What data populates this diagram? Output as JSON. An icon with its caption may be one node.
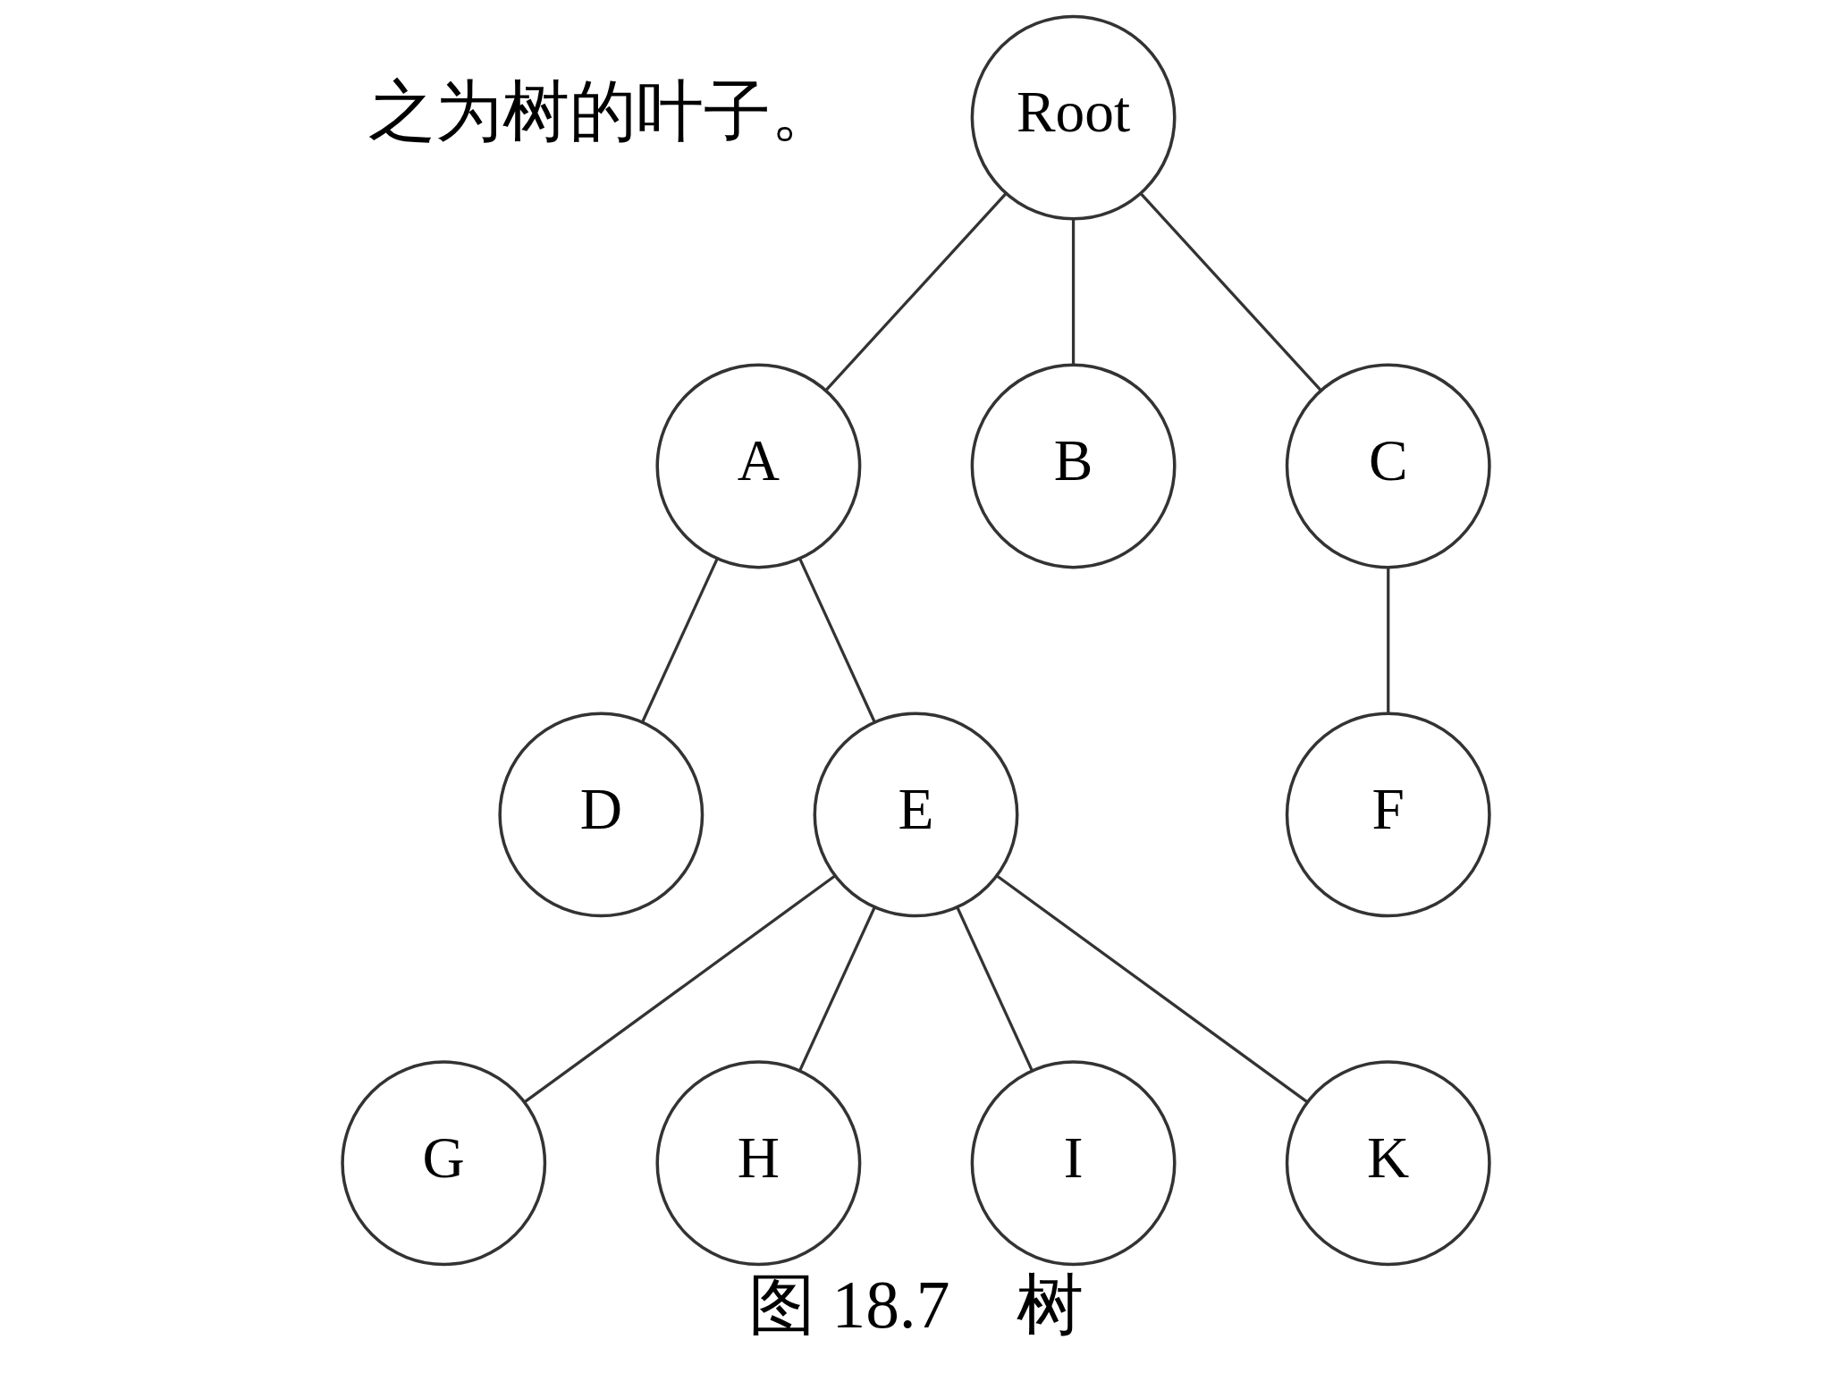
{
  "diagram": {
    "caption": "图 18.7　树",
    "nodes": [
      {
        "text": [
          "Root"
        ]
      },
      {
        "text": [
          "A"
        ]
      },
      {
        "text": [
          "B"
        ]
      },
      {
        "text": [
          "C"
        ]
      },
      {
        "text": [
          "D"
        ]
      },
      {
        "text": [
          "E"
        ]
      },
      {
        "text": [
          "F"
        ]
      },
      {
        "text": [
          "G"
        ]
      },
      {
        "text": [
          "H"
        ]
      },
      {
        "text": [
          "I"
        ]
      },
      {
        "text": [
          "K"
        ]
      }
    ],
    "edges": [
      {
        "from": 0,
        "to": 1,
        "arrow": "none"
      },
      {
        "from": 0,
        "to": 2,
        "arrow": "none"
      },
      {
        "from": 0,
        "to": 3,
        "arrow": "none"
      },
      {
        "from": 1,
        "to": 4,
        "arrow": "none"
      },
      {
        "from": 1,
        "to": 5,
        "arrow": "none"
      },
      {
        "from": 3,
        "to": 6,
        "arrow": "none"
      },
      {
        "from": 5,
        "to": 7,
        "arrow": "none"
      },
      {
        "from": 5,
        "to": 8,
        "arrow": "none"
      },
      {
        "from": 5,
        "to": 9,
        "arrow": "none"
      },
      {
        "from": 5,
        "to": 10,
        "arrow": "none"
      }
    ],
    "labels": [
      "之为树的叶子。"
    ]
  }
}
